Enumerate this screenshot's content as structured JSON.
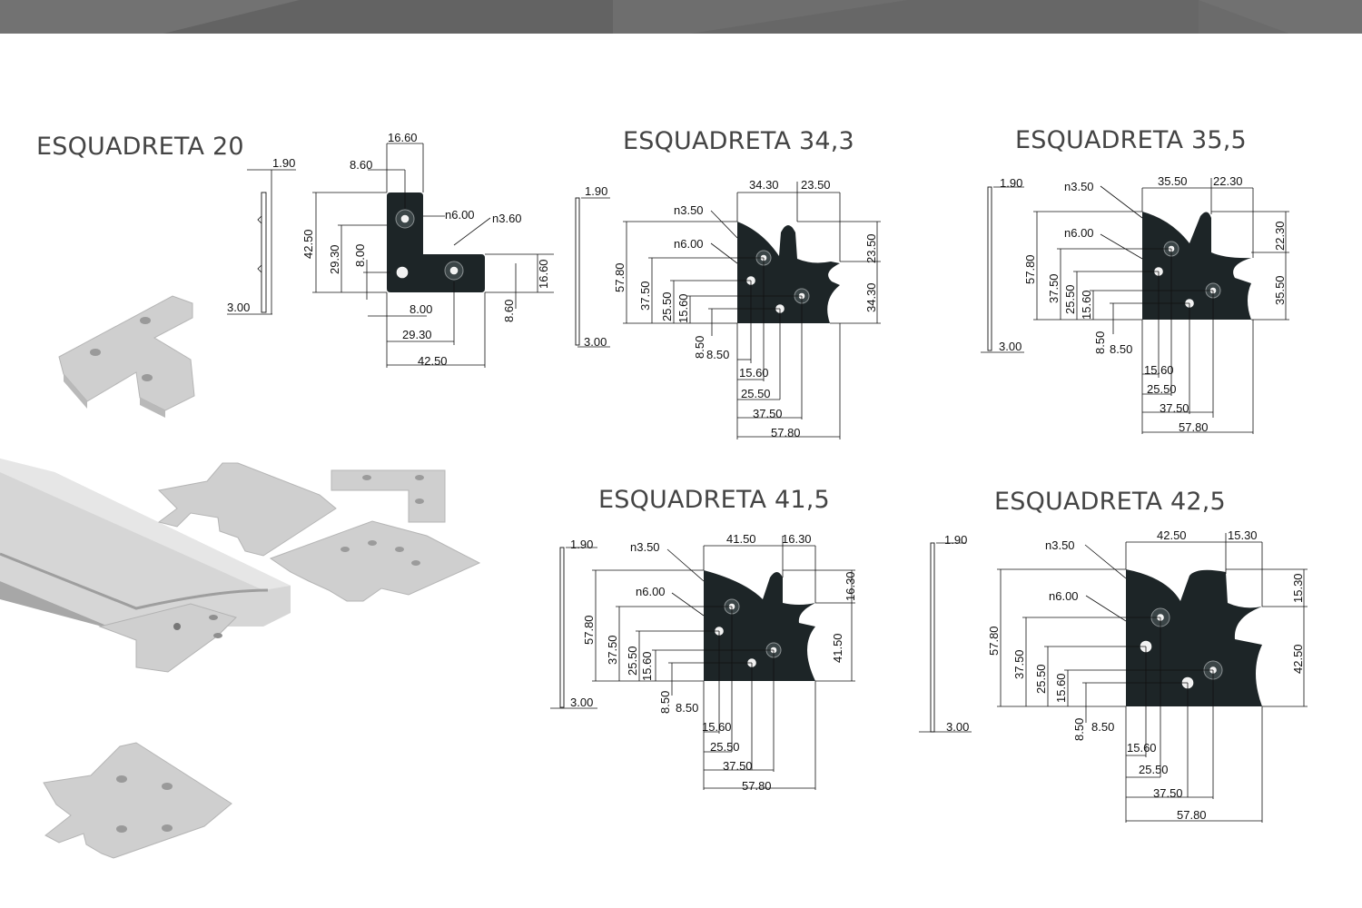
{
  "titles": {
    "e20": "ESQUADRETA 20",
    "e343": "ESQUADRETA 34,3",
    "e355": "ESQUADRETA 35,5",
    "e415": "ESQUADRETA 41,5",
    "e425": "ESQUADRETA 42,5"
  },
  "e20": {
    "side_top": "1.90",
    "side_bottom": "3.00",
    "w_top": "16.60",
    "w_inner": "8.60",
    "h_total": "42.50",
    "h_mid": "29.30",
    "h_hole": "8.00",
    "hole_large": "n6.00",
    "hole_small": "n3.60",
    "b_hole": "8.00",
    "b_mid": "29.30",
    "b_total": "42.50",
    "r_arm": "16.60",
    "r_hole": "8.60"
  },
  "e343": {
    "side_top": "1.90",
    "side_bottom": "3.00",
    "w_main": "34.30",
    "w_notch": "23.50",
    "h_total": "57.80",
    "h_37": "37.50",
    "h_25": "25.50",
    "h_15": "15.60",
    "r_notch": "23.50",
    "r_main": "34.30",
    "hole_small": "n3.50",
    "hole_large": "n6.00",
    "v_85": "8.50",
    "b_85": "8.50",
    "b_15": "15.60",
    "b_25": "25.50",
    "b_37": "37.50",
    "b_57": "57.80"
  },
  "e355": {
    "side_top": "1.90",
    "side_bottom": "3.00",
    "w_main": "35.50",
    "w_notch": "22.30",
    "h_total": "57.80",
    "h_37": "37.50",
    "h_25": "25.50",
    "h_15": "15.60",
    "r_notch": "22.30",
    "r_main": "35.50",
    "hole_small": "n3.50",
    "hole_large": "n6.00",
    "v_85": "8.50",
    "b_85": "8.50",
    "b_15": "15.60",
    "b_25": "25.50",
    "b_37": "37.50",
    "b_57": "57.80"
  },
  "e415": {
    "side_top": "1.90",
    "side_bottom": "3.00",
    "w_main": "41.50",
    "w_notch": "16.30",
    "h_total": "57.80",
    "h_37": "37.50",
    "h_25": "25.50",
    "h_15": "15.60",
    "r_notch": "16.30",
    "r_main": "41.50",
    "hole_small": "n3.50",
    "hole_large": "n6.00",
    "v_85": "8.50",
    "b_85": "8.50",
    "b_15": "15.60",
    "b_25": "25.50",
    "b_37": "37.50",
    "b_57": "57.80"
  },
  "e425": {
    "side_top": "1.90",
    "side_bottom": "3.00",
    "w_main": "42.50",
    "w_notch": "15.30",
    "h_total": "57.80",
    "h_37": "37.50",
    "h_25": "25.50",
    "h_15": "15.60",
    "r_notch": "15.30",
    "r_main": "42.50",
    "hole_small": "n3.50",
    "hole_large": "n6.00",
    "v_85": "8.50",
    "b_85": "8.50",
    "b_15": "15.60",
    "b_25": "25.50",
    "b_37": "37.50",
    "b_57": "57.80"
  }
}
